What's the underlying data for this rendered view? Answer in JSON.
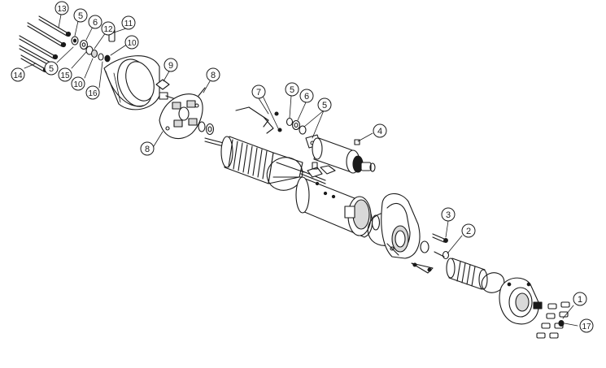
{
  "callouts": [
    {
      "label": "13"
    },
    {
      "label": "5"
    },
    {
      "label": "6"
    },
    {
      "label": "12"
    },
    {
      "label": "11"
    },
    {
      "label": "10"
    },
    {
      "label": "5"
    },
    {
      "label": "15"
    },
    {
      "label": "10"
    },
    {
      "label": "16"
    },
    {
      "label": "14"
    },
    {
      "label": "9"
    },
    {
      "label": "8"
    },
    {
      "label": "8"
    },
    {
      "label": "7"
    },
    {
      "label": "5"
    },
    {
      "label": "6"
    },
    {
      "label": "5"
    },
    {
      "label": "4"
    },
    {
      "label": "3"
    },
    {
      "label": "2"
    },
    {
      "label": "1"
    },
    {
      "label": "17"
    }
  ],
  "colors": {
    "line": "#1a1a1a",
    "fill": "#ffffff",
    "shade": "#d9d9d9"
  }
}
